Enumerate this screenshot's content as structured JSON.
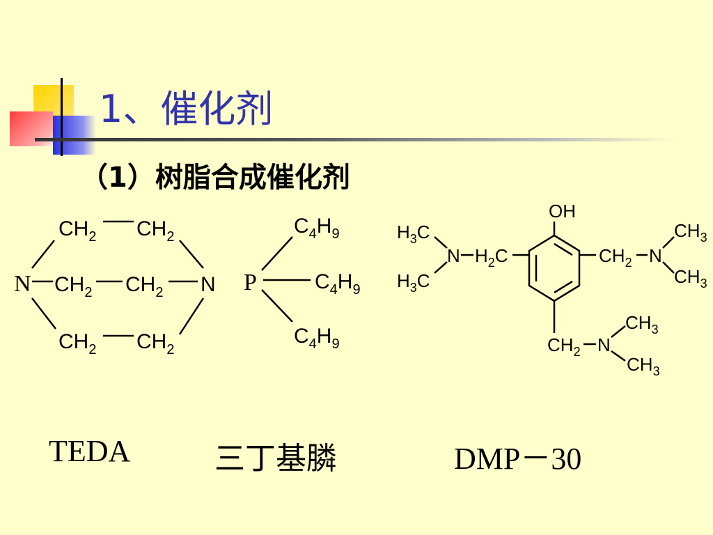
{
  "title": "1、催化剂",
  "subtitle": "（1）树脂合成催化剂",
  "captions": {
    "teda": "TEDA",
    "tbp": "三丁基膦",
    "dmp": "DMP－30"
  },
  "teda": {
    "n": "N",
    "ch": "CH",
    "sub2": "2"
  },
  "tbp": {
    "p": "P",
    "c": "C",
    "sub4": "4",
    "h": "H",
    "sub9": "9"
  },
  "dmp": {
    "oh": "OH",
    "h3c": "H",
    "c": "C",
    "sub3": "3",
    "n": "N",
    "h2c": "H",
    "ch": "CH",
    "sub2": "2"
  }
}
